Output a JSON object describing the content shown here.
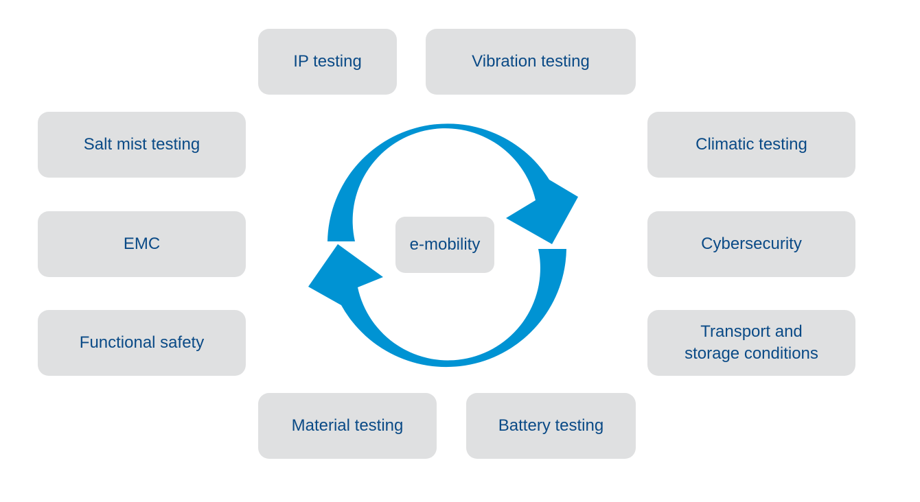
{
  "center": {
    "label": "e-mobility"
  },
  "colors": {
    "arrow": "#0093d3",
    "box": "#dfe0e1",
    "text": "#0a4a86"
  },
  "boxes": [
    {
      "id": "ip-testing",
      "label": "IP testing"
    },
    {
      "id": "vibration-testing",
      "label": "Vibration testing"
    },
    {
      "id": "salt-mist-testing",
      "label": "Salt mist testing"
    },
    {
      "id": "climatic-testing",
      "label": "Climatic testing"
    },
    {
      "id": "emc",
      "label": "EMC"
    },
    {
      "id": "cybersecurity",
      "label": "Cybersecurity"
    },
    {
      "id": "functional-safety",
      "label": "Functional safety"
    },
    {
      "id": "transport-storage",
      "label": "Transport and storage conditions"
    },
    {
      "id": "material-testing",
      "label": "Material testing"
    },
    {
      "id": "battery-testing",
      "label": "Battery testing"
    }
  ]
}
